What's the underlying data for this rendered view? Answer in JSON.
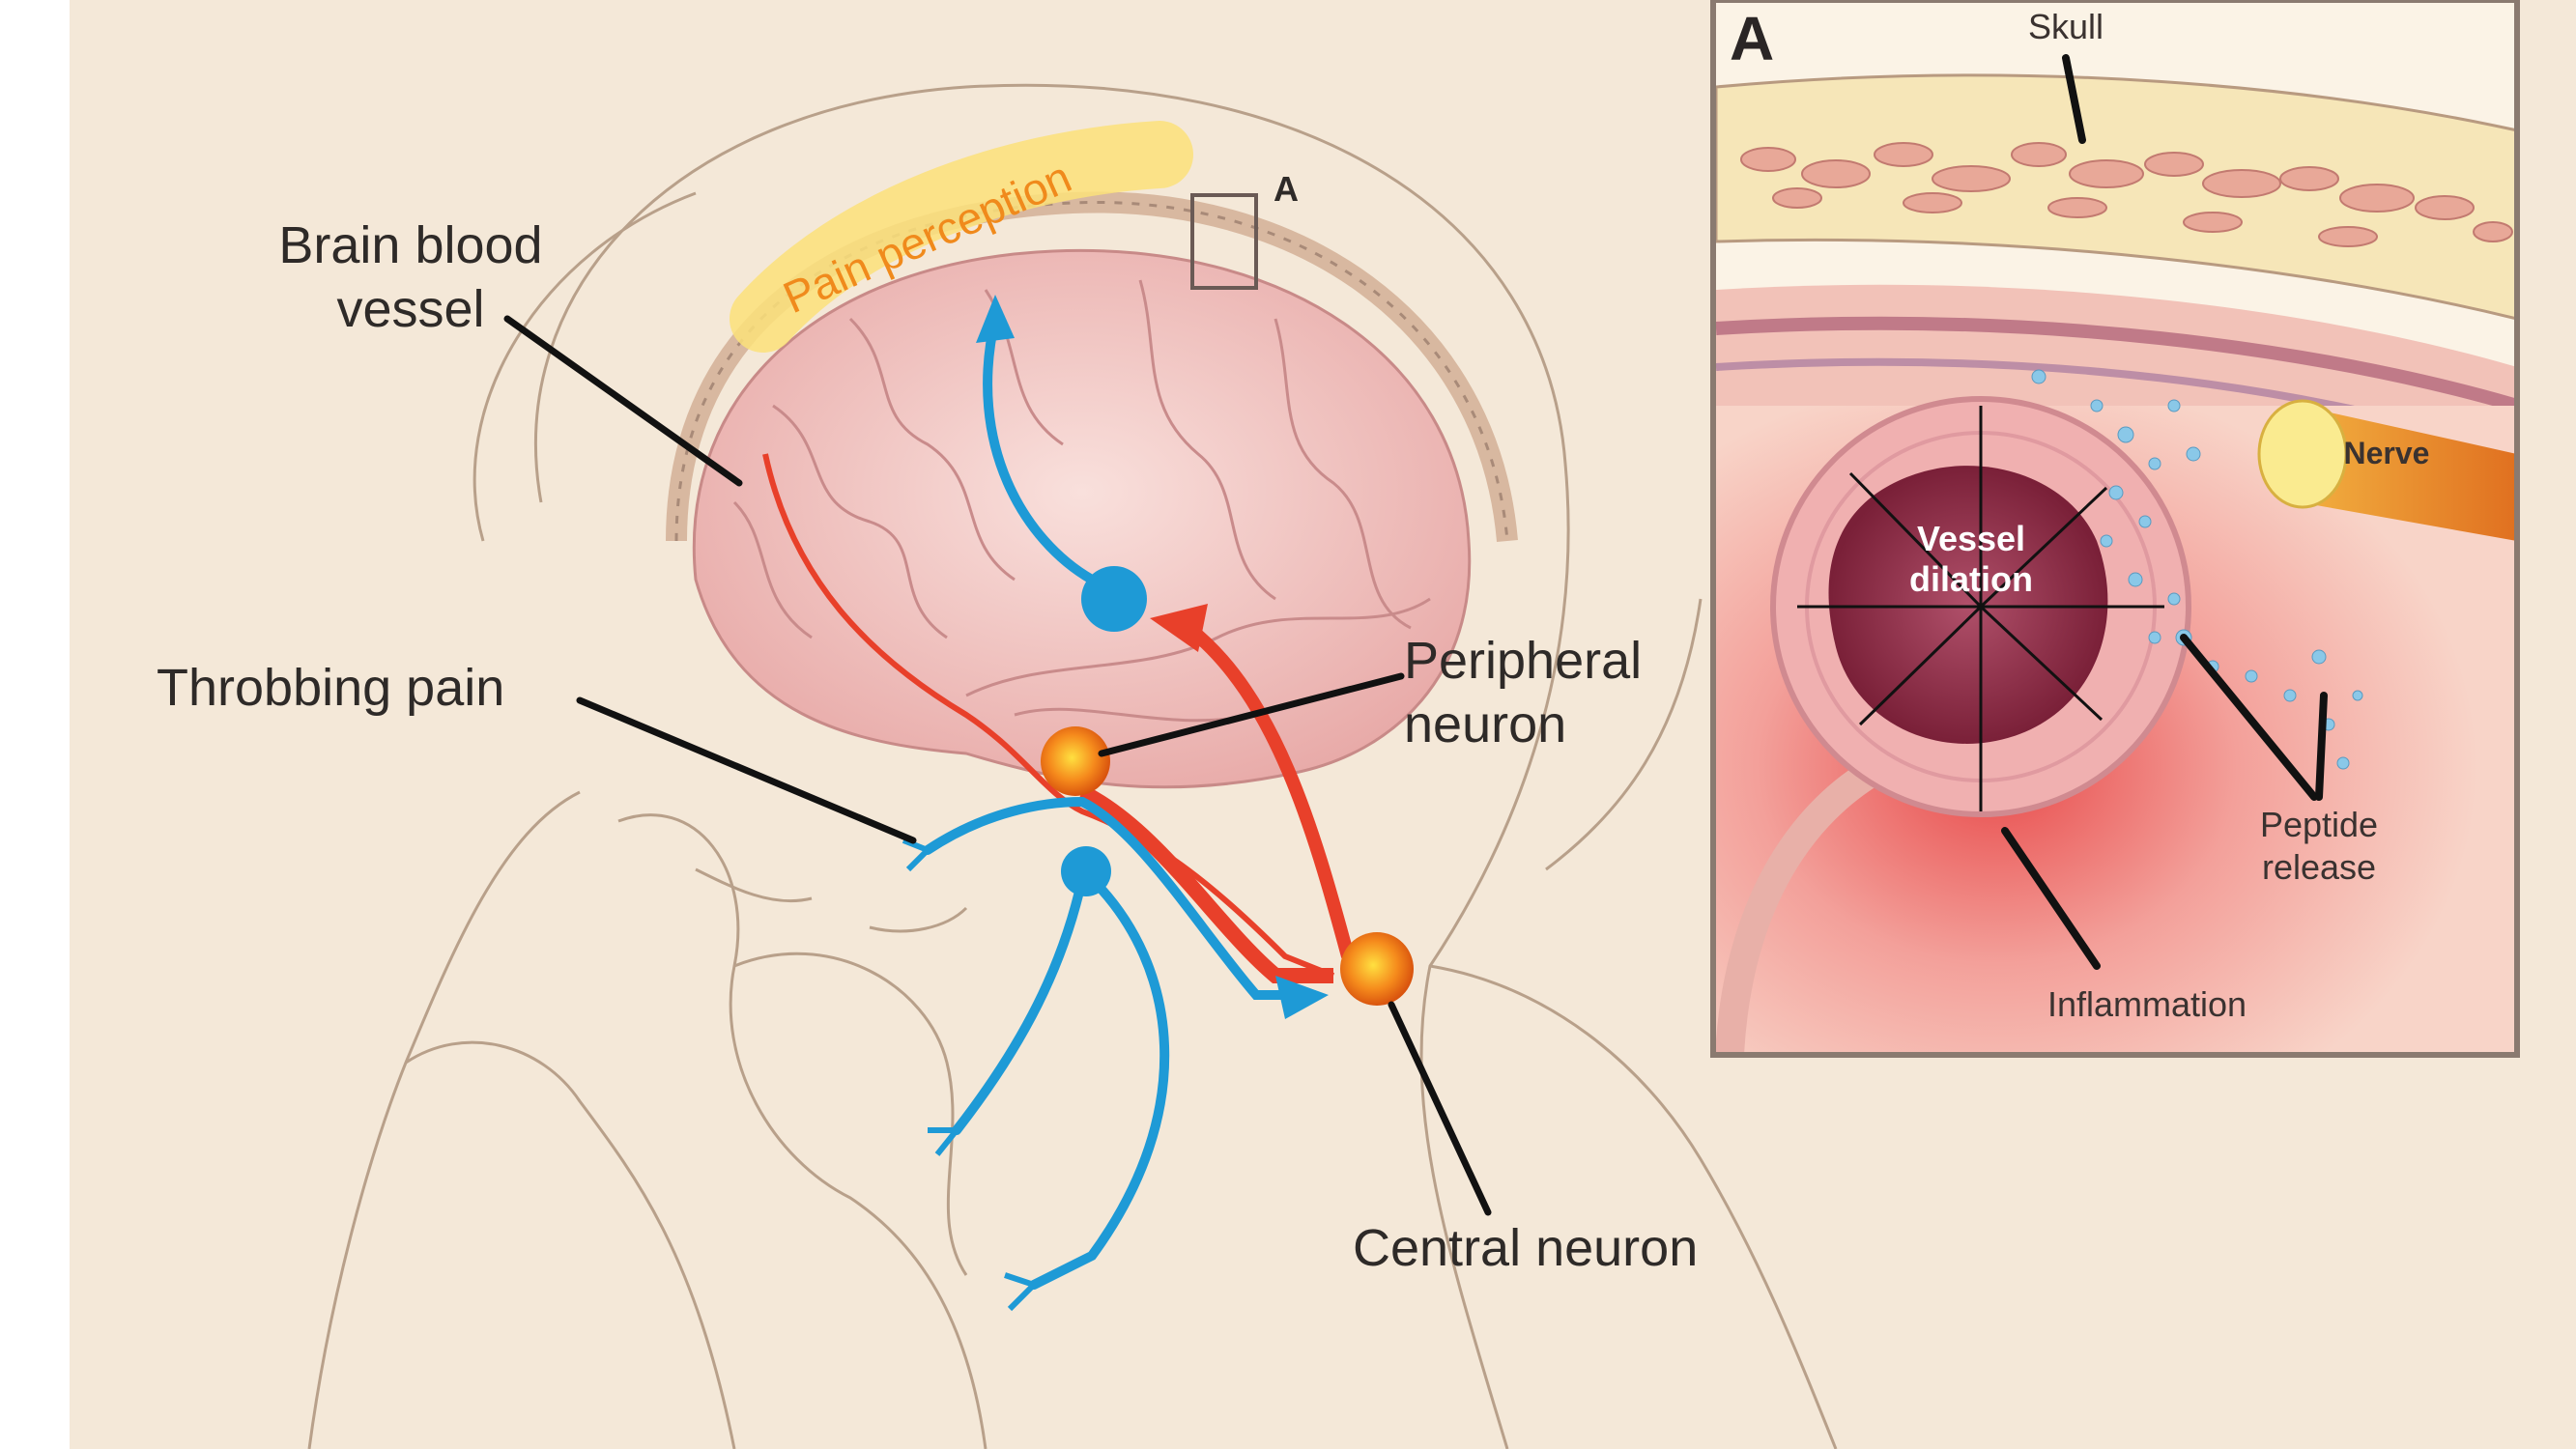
{
  "main_labels": {
    "brain_blood_vessel_line1": "Brain blood",
    "brain_blood_vessel_line2": "vessel",
    "pain_perception": "Pain perception",
    "inset_marker": "A",
    "throbbing_pain": "Throbbing pain",
    "peripheral_neuron_line1": "Peripheral",
    "peripheral_neuron_line2": "neuron",
    "central_neuron": "Central neuron"
  },
  "inset": {
    "panel_letter": "A",
    "skull": "Skull",
    "nerve": "Nerve",
    "vessel_dilation_line1": "Vessel",
    "vessel_dilation_line2": "dilation",
    "peptide_release_line1": "Peptide",
    "peptide_release_line2": "release",
    "inflammation": "Inflammation"
  },
  "colors": {
    "background": "#f4e8d8",
    "brain": "#f0c4c0",
    "pathway_blue": "#1e9ad6",
    "pathway_red": "#e8402a",
    "neuron_orange": "#f08a1c",
    "highlight_yellow": "#fbe07a"
  }
}
